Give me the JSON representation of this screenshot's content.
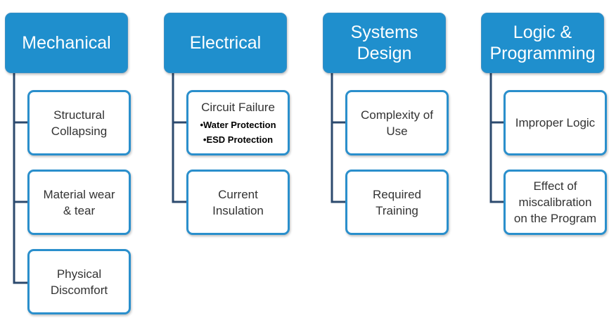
{
  "colors": {
    "header_fill": "#1f8fcd",
    "child_border": "#2a8fcc",
    "connector": "#2c4a6e"
  },
  "columns": [
    {
      "header": [
        "Mechanical"
      ],
      "children": [
        {
          "lines": [
            "Structural",
            "Collapsing"
          ]
        },
        {
          "lines": [
            "Material wear",
            "& tear"
          ]
        },
        {
          "lines": [
            "Physical",
            "Discomfort"
          ]
        }
      ]
    },
    {
      "header": [
        "Electrical"
      ],
      "children": [
        {
          "lines": [
            "Circuit Failure"
          ],
          "bullets": [
            "•Water Protection",
            "•ESD Protection"
          ]
        },
        {
          "lines": [
            "Current",
            "Insulation"
          ]
        }
      ]
    },
    {
      "header": [
        "Systems",
        "Design"
      ],
      "children": [
        {
          "lines": [
            "Complexity of",
            "Use"
          ]
        },
        {
          "lines": [
            "Required",
            "Training"
          ]
        }
      ]
    },
    {
      "header": [
        "Logic &",
        "Programming"
      ],
      "children": [
        {
          "lines": [
            "Improper Logic"
          ]
        },
        {
          "lines": [
            "Effect of",
            "miscalibration",
            "on the Program"
          ]
        }
      ]
    }
  ]
}
